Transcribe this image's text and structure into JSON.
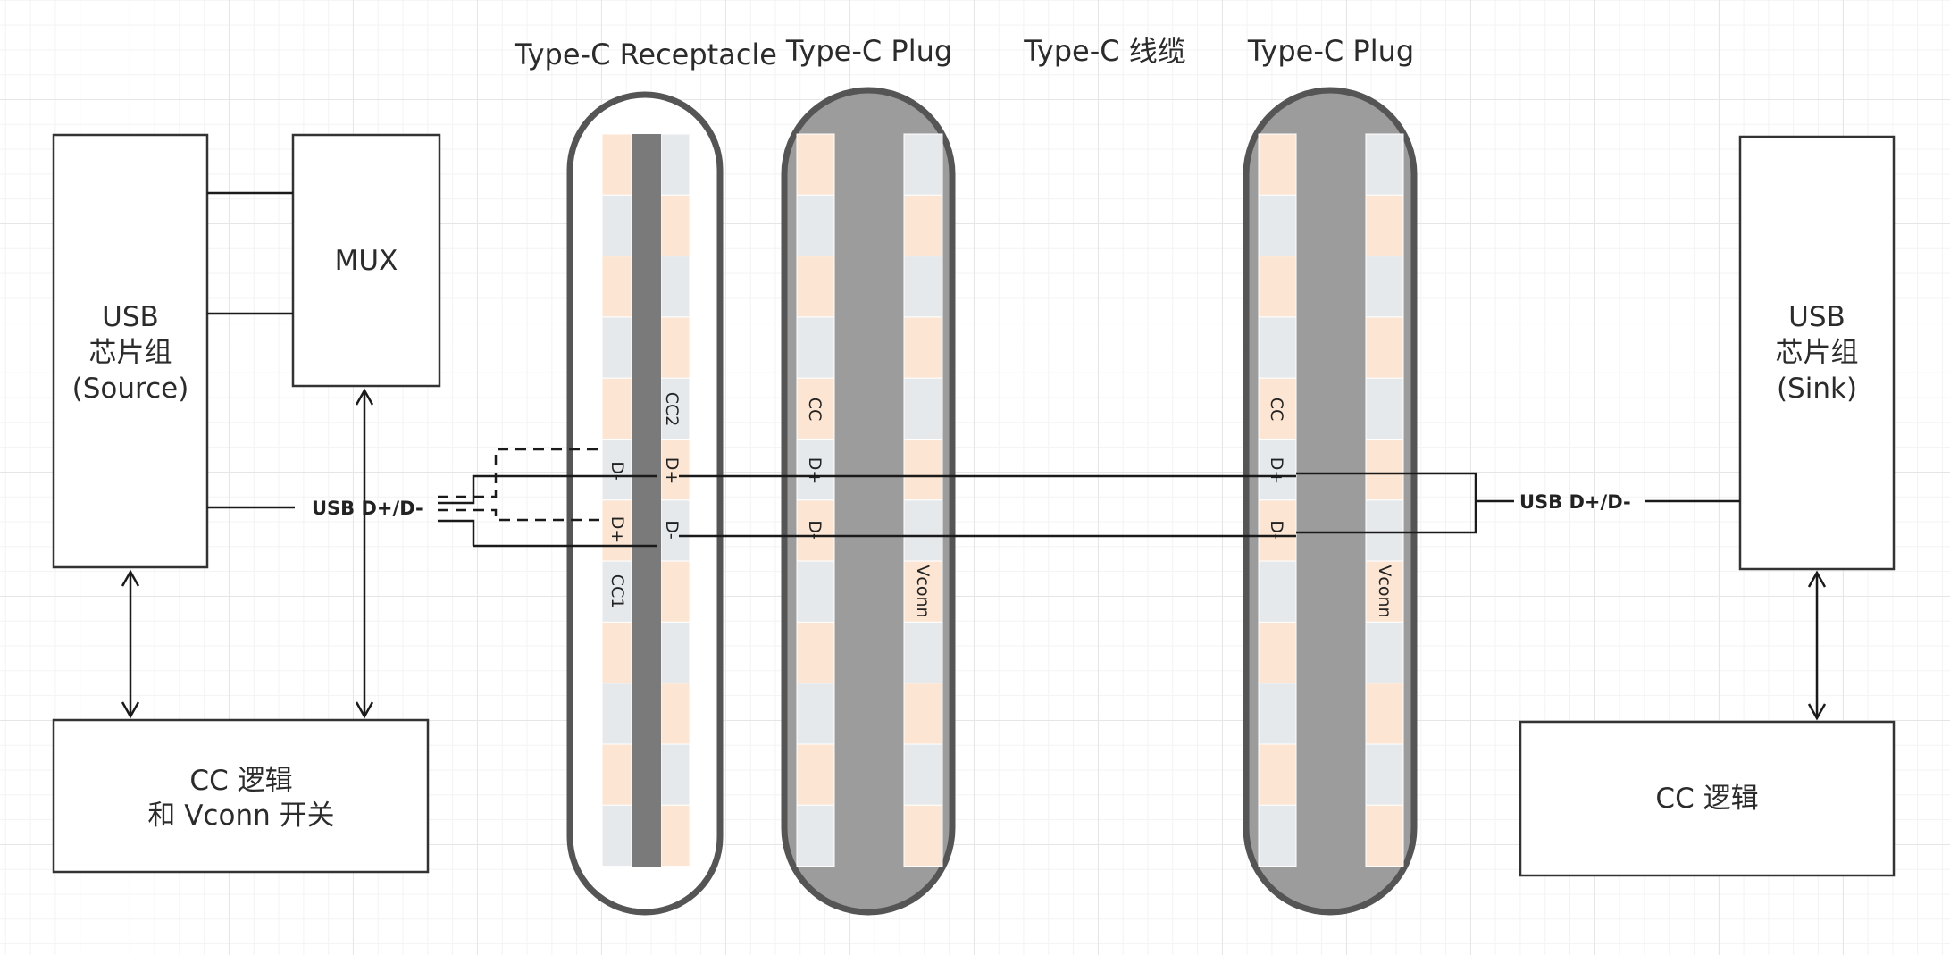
{
  "column_titles": {
    "receptacle": "Type-C Receptacle",
    "plug_left": "Type-C Plug",
    "cable": "Type-C 线缆",
    "plug_right": "Type-C Plug"
  },
  "source_chip": {
    "line1": "USB",
    "line2": "芯片组",
    "line3": "(Source)"
  },
  "mux": {
    "label": "MUX"
  },
  "cc_logic_left": {
    "line1": "CC 逻辑",
    "line2": "和 Vconn 开关"
  },
  "sink_chip": {
    "line1": "USB",
    "line2": "芯片组",
    "line3": "(Sink)"
  },
  "cc_logic_right": {
    "line1": "CC 逻辑"
  },
  "bus_labels": {
    "left": "USB D+/D-",
    "right": "USB D+/D-"
  },
  "receptacle_pins": {
    "cc2": "CC2",
    "dminus_a": "D-",
    "dplus_a": "D+",
    "dplus_b": "D+",
    "dminus_b": "D-",
    "cc1": "CC1"
  },
  "plug_left_pins": {
    "cc": "CC",
    "dplus": "D+",
    "dminus": "D-",
    "vconn": "Vconn"
  },
  "plug_right_pins": {
    "cc": "CC",
    "dplus": "D+",
    "dminus": "D-",
    "vconn": "Vconn"
  },
  "colors": {
    "pin_peach": "#fce5d2",
    "pin_gray": "#e6e9ec",
    "plug_body": "#9c9c9c",
    "receptacle_tongue": "#7a7a7a",
    "outline": "#444444",
    "line": "#1a1a1a"
  }
}
